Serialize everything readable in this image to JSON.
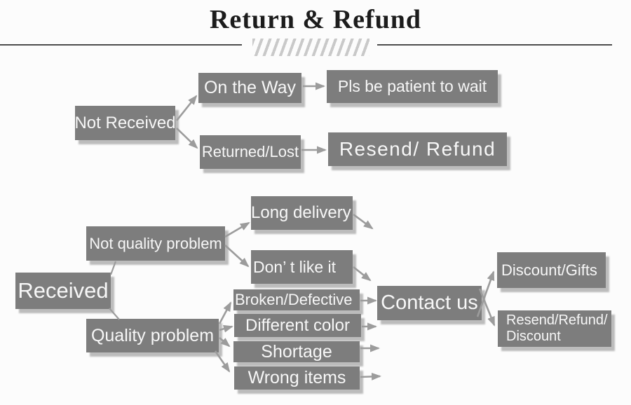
{
  "title": "Return & Refund",
  "nodes": {
    "not_received": "Not Received",
    "on_the_way": "On the Way",
    "pls_wait": "Pls be patient to wait",
    "returned_lost": "Returned/Lost",
    "resend_refund": "Resend/ Refund",
    "received": "Received",
    "not_quality": "Not quality problem",
    "long_delivery": "Long delivery",
    "dont_like": "Don’ t like it",
    "quality": "Quality problem",
    "broken": "Broken/Defective",
    "different_color": "Different color",
    "shortage": "Shortage",
    "wrong_items": "Wrong items",
    "contact_us": "Contact us",
    "discount_gifts": "Discount/Gifts",
    "resend_discount_line1": "Resend/Refund/",
    "resend_discount_line2": "Discount"
  },
  "edges": [
    {
      "from": "not_received",
      "to": "on_the_way"
    },
    {
      "from": "not_received",
      "to": "returned_lost"
    },
    {
      "from": "on_the_way",
      "to": "pls_wait"
    },
    {
      "from": "returned_lost",
      "to": "resend_refund"
    },
    {
      "from": "received",
      "to": "not_quality"
    },
    {
      "from": "received",
      "to": "quality"
    },
    {
      "from": "not_quality",
      "to": "long_delivery"
    },
    {
      "from": "not_quality",
      "to": "dont_like"
    },
    {
      "from": "long_delivery",
      "to": "contact_us"
    },
    {
      "from": "dont_like",
      "to": "contact_us"
    },
    {
      "from": "quality",
      "to": "broken"
    },
    {
      "from": "quality",
      "to": "different_color"
    },
    {
      "from": "quality",
      "to": "shortage"
    },
    {
      "from": "quality",
      "to": "wrong_items"
    },
    {
      "from": "broken",
      "to": "contact_us"
    },
    {
      "from": "different_color",
      "to": "contact_us"
    },
    {
      "from": "shortage",
      "to": "contact_us"
    },
    {
      "from": "wrong_items",
      "to": "contact_us"
    },
    {
      "from": "contact_us",
      "to": "discount_gifts"
    },
    {
      "from": "contact_us",
      "to": "resend_discount"
    }
  ],
  "colors": {
    "bg": "#fcfcfc",
    "box": "#7d7d7d",
    "text": "#f7f7f7",
    "shadow": "#bcbcbc",
    "arrow": "#9c9c9c",
    "title": "#1c1c1c",
    "rule": "#4d4d4d",
    "slash": "#c9c9c9"
  }
}
